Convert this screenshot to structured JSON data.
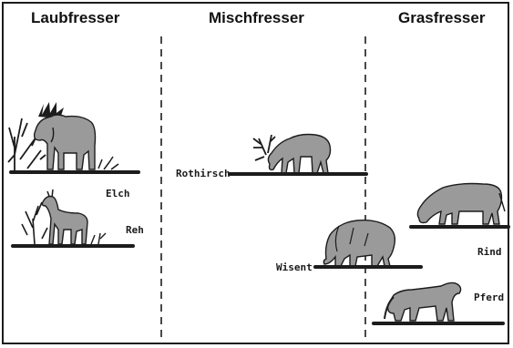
{
  "columns": [
    {
      "key": "laub",
      "title": "Laubfresser"
    },
    {
      "key": "misch",
      "title": "Mischfresser"
    },
    {
      "key": "gras",
      "title": "Grasfresser"
    }
  ],
  "animals": {
    "elch": "Elch",
    "reh": "Reh",
    "rothirsch": "Rothirsch",
    "wisent": "Wisent",
    "rind": "Rind",
    "pferd": "Pferd"
  },
  "colors": {
    "ink": "#1c1c1c",
    "animal_fill": "#9a9a9a",
    "paper": "#ffffff"
  }
}
